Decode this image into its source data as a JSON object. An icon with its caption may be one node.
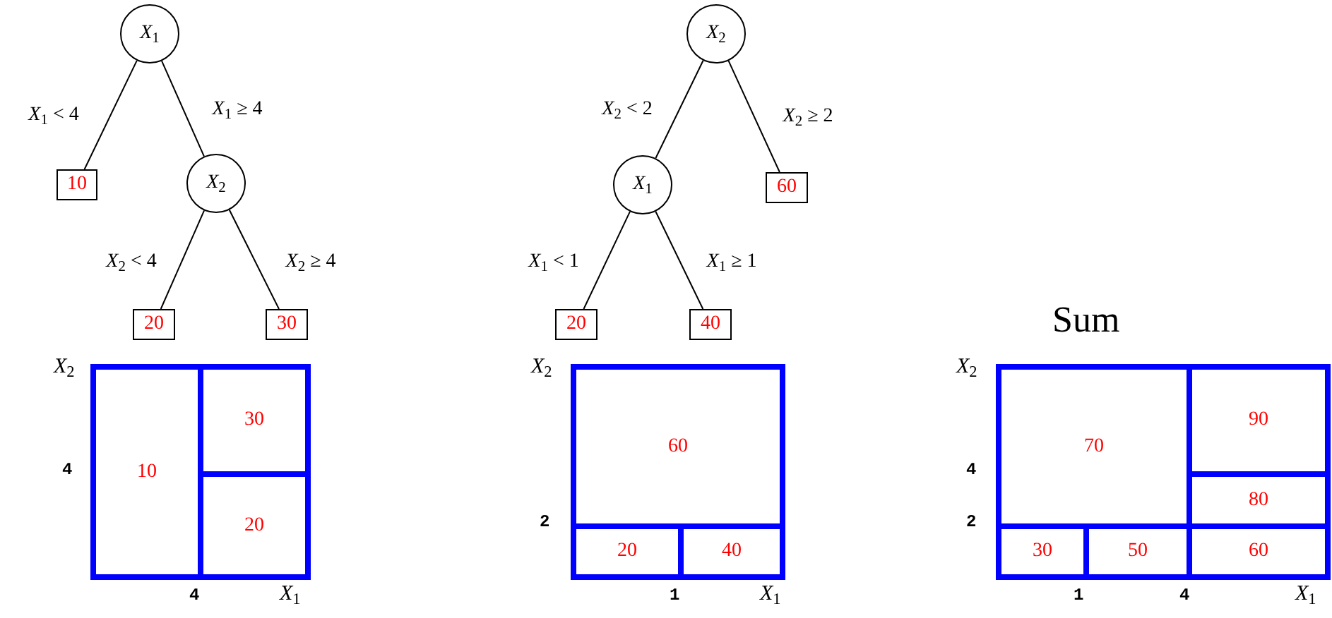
{
  "diagram": {
    "nodes": [
      {
        "text": [
          "*X*$_{1}$"
        ]
      },
      {
        "text": [
          "10"
        ]
      },
      {
        "text": [
          "*X*$_{2}$"
        ]
      },
      {
        "text": [
          "20"
        ]
      },
      {
        "text": [
          "30"
        ]
      },
      {
        "text": [
          "*X*$_{2}$"
        ]
      },
      {
        "text": [
          "*X*$_{1}$"
        ]
      },
      {
        "text": [
          "60"
        ]
      },
      {
        "text": [
          "20"
        ]
      },
      {
        "text": [
          "40"
        ]
      },
      {
        "text": [],
        "shape": "box"
      },
      {
        "text": [
          "10"
        ],
        "in": 10
      },
      {
        "text": [
          "30"
        ],
        "in": 10
      },
      {
        "text": [
          "20"
        ],
        "in": 10
      },
      {
        "text": [],
        "shape": "box"
      },
      {
        "text": [
          "60"
        ],
        "in": 14
      },
      {
        "text": [
          "20"
        ],
        "in": 14
      },
      {
        "text": [
          "40"
        ],
        "in": 14
      },
      {
        "text": [],
        "shape": "box",
        "beside": [
          "Sum"
        ]
      },
      {
        "text": [
          "70"
        ],
        "in": 18
      },
      {
        "text": [
          "90"
        ],
        "in": 18
      },
      {
        "text": [
          "80"
        ],
        "in": 18
      },
      {
        "text": [
          "30"
        ],
        "in": 18
      },
      {
        "text": [
          "50"
        ],
        "in": 18
      },
      {
        "text": [
          "60"
        ],
        "in": 18
      }
    ],
    "edges": [
      {
        "from": 0,
        "to": 1,
        "arrow": "none",
        "label": "*X*$_{1}$ < 4"
      },
      {
        "from": 0,
        "to": 2,
        "arrow": "none",
        "label": "*X*$_{1}$ ≥ 4"
      },
      {
        "from": 2,
        "to": 3,
        "arrow": "none",
        "label": "*X*$_{2}$ < 4"
      },
      {
        "from": 2,
        "to": 4,
        "arrow": "none",
        "label": "*X*$_{2}$ ≥ 4"
      },
      {
        "from": 5,
        "to": 6,
        "arrow": "none",
        "label": "*X*$_{2}$ < 2"
      },
      {
        "from": 5,
        "to": 7,
        "arrow": "none",
        "label": "*X*$_{2}$ ≥ 2"
      },
      {
        "from": 6,
        "to": 8,
        "arrow": "none",
        "label": "*X*$_{1}$ < 1"
      },
      {
        "from": 6,
        "to": 9,
        "arrow": "none",
        "label": "*X*$_{1}$ ≥ 1"
      }
    ],
    "labels": [
      "*X*$_{2}$",
      "4",
      "4",
      "*X*$_{1}$",
      "*X*$_{2}$",
      "2",
      "1",
      "*X*$_{1}$",
      "*X*$_{2}$",
      "4",
      "2",
      "1",
      "4",
      "*X*$_{1}$"
    ]
  }
}
